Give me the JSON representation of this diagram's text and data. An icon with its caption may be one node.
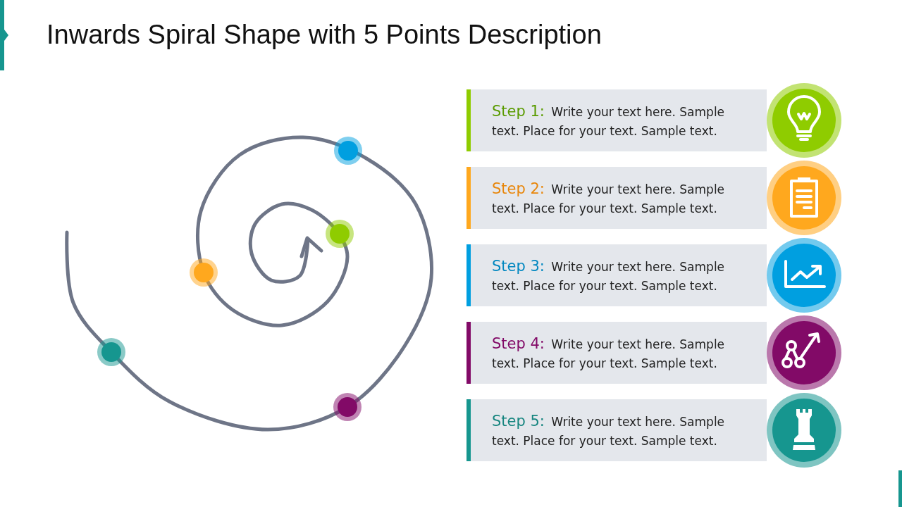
{
  "diagram": {
    "title": "Inwards Spiral Shape with 5 Points Description",
    "nodes": [
      {
        "text": [
          "Step 1:",
          "Write your text here. Sample text. Place for your text. Sample text."
        ]
      },
      {
        "text": [
          "Step 2:",
          "Write your text here. Sample text. Place for your text. Sample text."
        ]
      },
      {
        "text": [
          "Step 3:",
          "Write your text here. Sample text. Place for your text. Sample text."
        ]
      },
      {
        "text": [
          "Step 4:",
          "Write your text here. Sample text. Place for your text. Sample text."
        ]
      },
      {
        "text": [
          "Step 5:",
          "Write your text here. Sample text. Place for your text. Sample text."
        ]
      }
    ]
  }
}
